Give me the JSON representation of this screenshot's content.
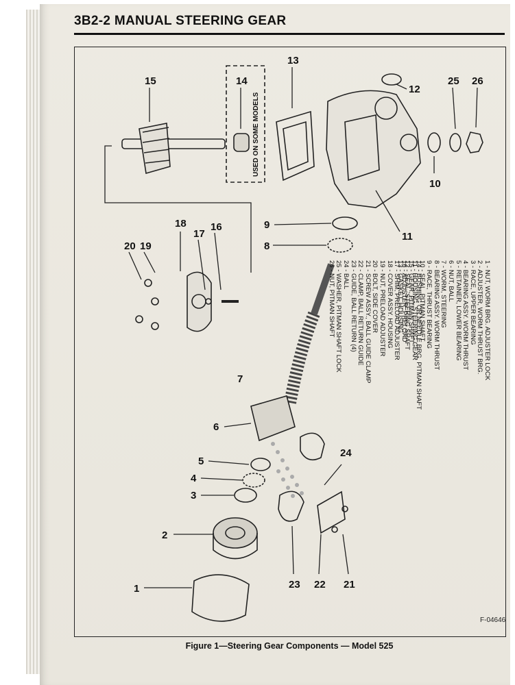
{
  "header": {
    "title": "3B2-2 MANUAL STEERING GEAR"
  },
  "figure": {
    "caption": "Figure 1—Steering Gear Components — Model 525",
    "figure_id": "F-04646",
    "note": "USED ON SOME MODELS",
    "callouts": [
      "1",
      "2",
      "3",
      "4",
      "5",
      "6",
      "7",
      "8",
      "9",
      "10",
      "11",
      "12",
      "13",
      "14",
      "15",
      "16",
      "17",
      "18",
      "19",
      "20",
      "21",
      "22",
      "23",
      "24",
      "25",
      "26"
    ]
  },
  "legend": [
    "1 - NUT, WORM BRG. ADJUSTER LOCK",
    "2 - ADJUSTER, WORM THRUST BRG.",
    "3 - RACE, UPPER BEARING",
    "4 - BEARING ASSY. WORM THRUST",
    "5 - RETAINER, LOWER BEARING",
    "6 - NUT, BALL",
    "7 - WORM, STEERING",
    "8 - BEARING ASSY. WORM THRUST",
    "9 - RACE, THRUST BEARING",
    "10 - SEAL, PITMAN SHAFT",
    "11 - HOUSING, STEERING GEAR",
    "12 - SEAL, STEERING SHAFT",
    "13 - GASKET, HOUSING",
    "14 - BUSHING OR NEEDLE BRG. PITMAN SHAFT",
    "15 - GEAR, PITMAN SHAFT",
    "16 - ADJUSTER, PRELOAD",
    "17 - SHIM, PRELOAD ADJUSTER",
    "18 - COVER ASSY. HOUSING",
    "19 - NUT, PRELOAD ADJUSTER",
    "20 - BOLT, SIDE COVER",
    "21 - SCREW ASSY., BALL GUIDE CLAMP",
    "22 - CLAMP, BALL RETURN GUIDE",
    "23 - GUIDE, BALL RETURN (4)",
    "24 - BALL",
    "25 - WASHER, PITMAN SHAFT LOCK",
    "26 - NUT, PITMAN SHAFT"
  ],
  "colors": {
    "paper": "#ece9e1",
    "ink": "#111111"
  }
}
